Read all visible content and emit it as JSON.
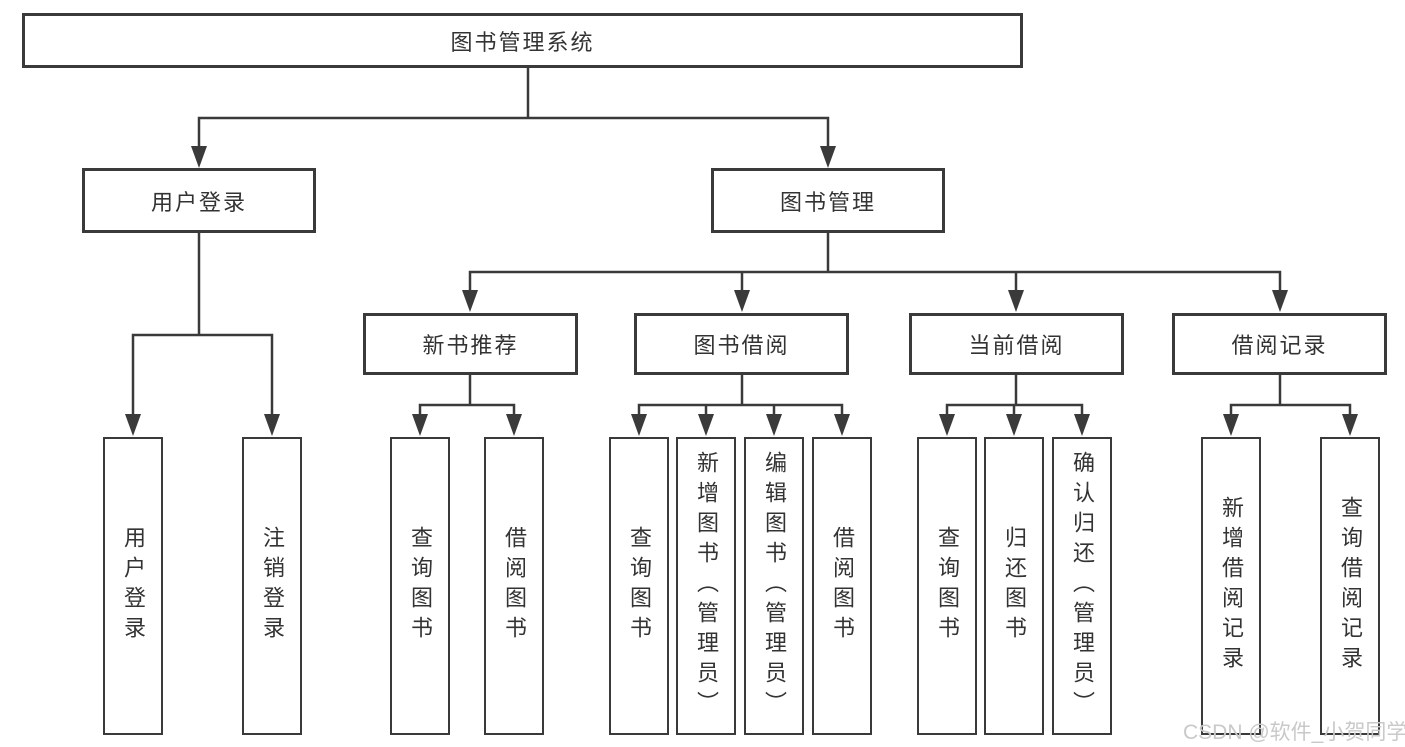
{
  "nodes": {
    "root": "图书管理系统",
    "user_login": "用户登录",
    "book_management": "图书管理",
    "new_book_recommend": "新书推荐",
    "book_borrow": "图书借阅",
    "current_borrow": "当前借阅",
    "borrow_records": "借阅记录"
  },
  "leaves": {
    "login": "用户登录",
    "logout": "注销登录",
    "recommend_query_books": "查询图书",
    "recommend_borrow_books": "借阅图书",
    "borrow_query_books": "查询图书",
    "borrow_add_books_admin": "新增图书（管理员）",
    "borrow_edit_books_admin": "编辑图书（管理员）",
    "borrow_borrow_books": "借阅图书",
    "current_query_books": "查询图书",
    "current_return_books": "归还图书",
    "current_confirm_return_admin": "确认归还（管理员）",
    "records_add_record": "新增借阅记录",
    "records_query_record": "查询借阅记录"
  },
  "watermark": "CSDN @软件_小贺同学",
  "colors": {
    "line": "#3a3a3a",
    "text": "#333333",
    "box_background": "#ffffff",
    "watermark": "#c9c9c9"
  }
}
